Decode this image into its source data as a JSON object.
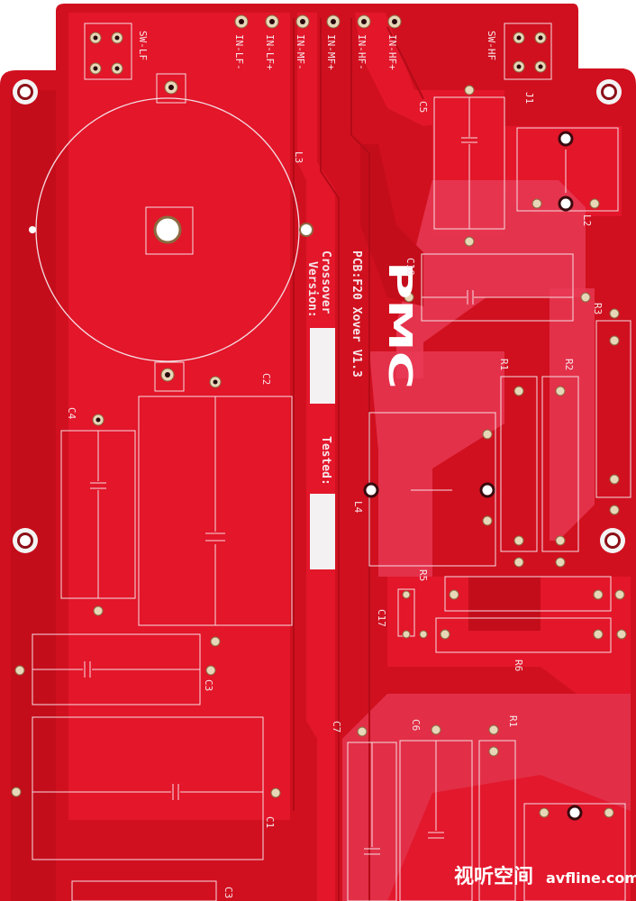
{
  "board": {
    "colors": {
      "board": "#d0101f",
      "copper": "#e3162a",
      "trace": "#c40d1b",
      "silk": "#f4dde3",
      "pad": "#e8d6b8",
      "copper_hi": "#e83a55"
    },
    "logo": "PMC",
    "title": "PCB:F20 Xover V1.3",
    "crossover_label": "Crossover",
    "version_label": "Version:",
    "tested_label": "Tested:",
    "inputs": [
      "IN-LF-",
      "IN-LF+",
      "IN-MF-",
      "IN-MF+",
      "IN-HF-",
      "IN-HF+"
    ],
    "switches": {
      "left": "SW-LF",
      "right": "SW-HF",
      "jumper": "J1"
    },
    "components": {
      "C1": "C1",
      "C2": "C2",
      "C3": "C3",
      "C4": "C4",
      "C5": "C5",
      "C6": "C6",
      "C7": "C7",
      "C10": "C10",
      "C17": "C17",
      "L2": "L2",
      "L3": "L3",
      "L4": "L4",
      "R1": "R1",
      "R1b": "R1",
      "R2": "R2",
      "R3": "R3",
      "R5": "R5",
      "R6": "R6",
      "C3b": "C3"
    }
  },
  "watermark": {
    "cn": "视听空间",
    "site": "avfline.com"
  }
}
